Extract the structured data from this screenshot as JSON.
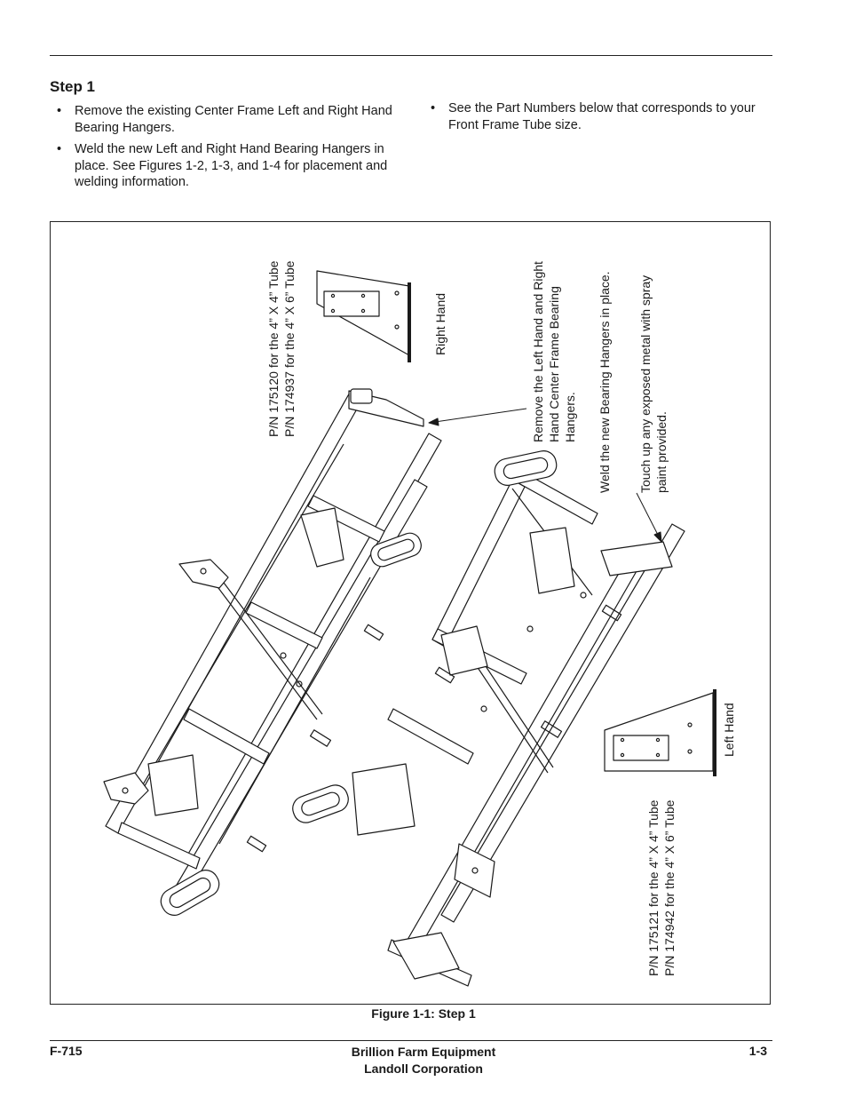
{
  "header": {
    "step_title": "Step 1"
  },
  "instructions": {
    "left": [
      "Remove the existing Center Frame Left and Right Hand Bearing Hangers.",
      "Weld the new Left and Right Hand Bearing Hangers in place. See Figures 1-2, 1-3, and 1-4 for placement and welding information."
    ],
    "right": [
      "See the Part Numbers below that corresponds to your Front Frame Tube size."
    ]
  },
  "figure": {
    "callouts": {
      "rh_pn_line1": "P/N 175120 for the 4” X 4” Tube",
      "rh_pn_line2": "P/N 174937 for the 4” X 6” Tube",
      "right_hand": "Right Hand",
      "remove_line1": "Remove the Left Hand and Right",
      "remove_line2": "Hand Center Frame Bearing",
      "remove_line3": "Hangers.",
      "weld": "Weld the new Bearing Hangers in place.",
      "touchup_line1": "Touch up any exposed metal with spray",
      "touchup_line2": "paint provided.",
      "left_hand": "Left Hand",
      "lh_pn_line1": "P/N 175121 for the 4” X 4” Tube",
      "lh_pn_line2": "P/N 174942 for the 4” X 6” Tube"
    },
    "caption": "Figure 1-1:  Step 1"
  },
  "footer": {
    "doc_number": "F-715",
    "company_line1": "Brillion Farm Equipment",
    "company_line2": "Landoll Corporation",
    "page_number": "1-3"
  }
}
